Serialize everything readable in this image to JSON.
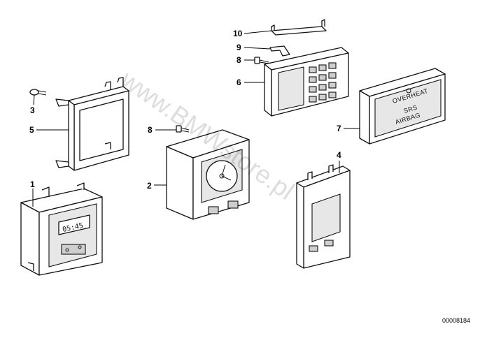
{
  "callouts": [
    "1",
    "2",
    "3",
    "4",
    "5",
    "6",
    "7",
    "8",
    "8",
    "9",
    "10"
  ],
  "clock_display": "05:45",
  "warning_lamp_lines": [
    "OVERHEAT",
    "SRS",
    "AIRBAG"
  ],
  "watermark": "www.BMWstore.pl",
  "document_id": "00008184"
}
